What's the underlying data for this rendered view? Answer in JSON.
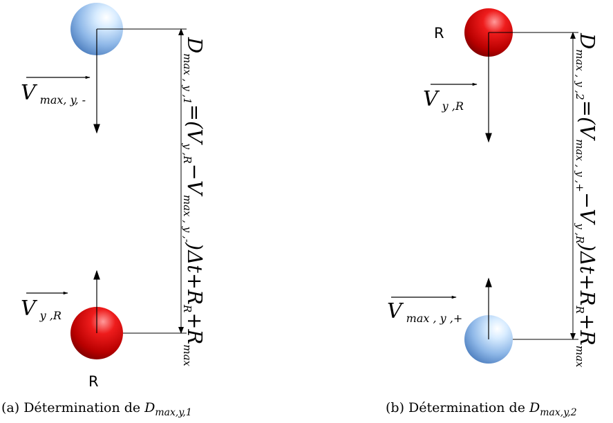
{
  "panel_a": {
    "top_velocity": {
      "main": "V",
      "sub": "max, y, -"
    },
    "bottom_velocity": {
      "main": "V",
      "sub": "y ,R"
    },
    "sphere_label": "R",
    "distance": {
      "lhs_main": "D",
      "lhs_sub": "max , y ,1",
      "rhs_open": "=(V",
      "v1_sub": "y ,R",
      "minus": "−V",
      "v2_sub": "max , y ,-",
      "rhs_close": ")Δt+R",
      "r1_sub": "R",
      "plus": "+R",
      "r2_sub": "max"
    },
    "caption_prefix": "(a) Détermination de ",
    "caption_main": "D",
    "caption_sub": "max,y,1"
  },
  "panel_b": {
    "top_velocity": {
      "main": "V",
      "sub": "y ,R"
    },
    "bottom_velocity": {
      "main": "V",
      "sub": "max , y ,+"
    },
    "sphere_label": "R",
    "distance": {
      "lhs_main": "D",
      "lhs_sub": "max , y ,2",
      "rhs_open": "=(V",
      "v1_sub": "max , y ,+",
      "minus": "−V",
      "v2_sub": "y ,R",
      "rhs_close": ")Δt+R",
      "r1_sub": "R",
      "plus": "+R",
      "r2_sub": "max"
    },
    "caption_prefix": "(b) Détermination de ",
    "caption_main": "D",
    "caption_sub": "max,y,2"
  },
  "colors": {
    "red_sphere": "#d40000",
    "blue_sphere": "#8fb8e8",
    "line": "#000000"
  }
}
